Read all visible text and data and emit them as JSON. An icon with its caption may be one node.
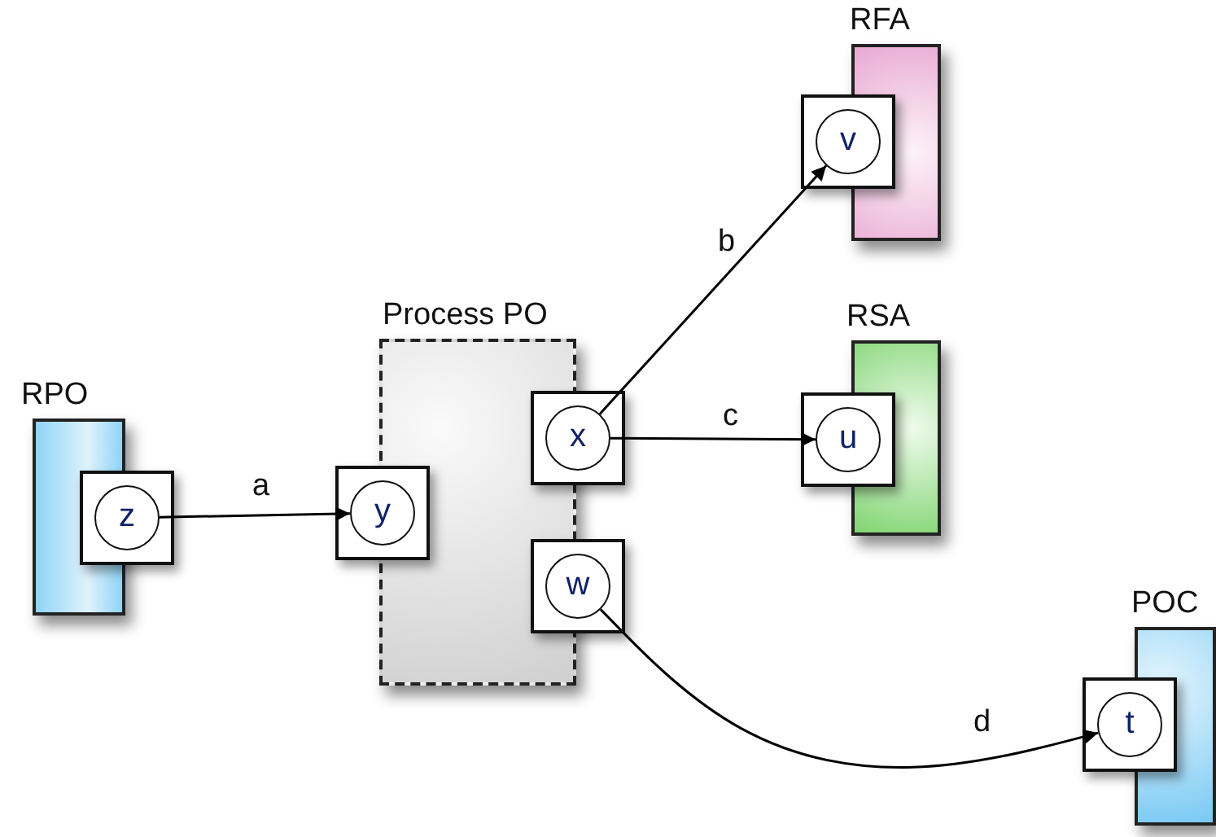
{
  "diagram": {
    "nodes": [
      {
        "text": [
          "RPO"
        ]
      },
      {
        "text": [
          "z"
        ]
      },
      {
        "text": [
          "Process PO"
        ]
      },
      {
        "text": [
          "y"
        ]
      },
      {
        "text": [
          "x"
        ]
      },
      {
        "text": [
          "w"
        ]
      },
      {
        "text": [
          "RFA"
        ]
      },
      {
        "text": [
          "v"
        ]
      },
      {
        "text": [
          "RSA"
        ]
      },
      {
        "text": [
          "u"
        ]
      },
      {
        "text": [
          "POC"
        ]
      },
      {
        "text": [
          "t"
        ]
      }
    ],
    "edges": [
      {
        "from": 1,
        "to": 3,
        "label": "a",
        "arrow": "to"
      },
      {
        "from": 4,
        "to": 7,
        "label": "b",
        "arrow": "to"
      },
      {
        "from": 4,
        "to": 9,
        "label": "c",
        "arrow": "to"
      },
      {
        "from": 5,
        "to": 11,
        "label": "d",
        "arrow": "to"
      }
    ]
  }
}
